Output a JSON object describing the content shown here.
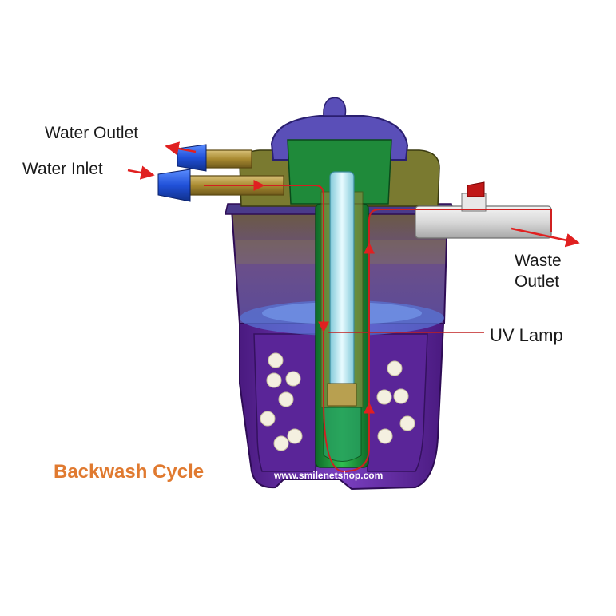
{
  "labels": {
    "water_outlet": "Water Outlet",
    "water_inlet": "Water Inlet",
    "waste_outlet_line1": "Waste",
    "waste_outlet_line2": "Outlet",
    "uv_lamp": "UV Lamp"
  },
  "caption": "Backwash Cycle",
  "watermark": "www.smilenetshop.com",
  "colors": {
    "caption": "#e07a30",
    "arrow": "#e02020",
    "housing": "#6a2fa8",
    "housing_dark": "#4a1a80",
    "lid": "#5a4fb8",
    "core": "#1f9a3a",
    "brass": "#b8a050",
    "lamp": "#bfe8f0",
    "ball": "#f4f0e0",
    "hose": "#2050d8"
  }
}
